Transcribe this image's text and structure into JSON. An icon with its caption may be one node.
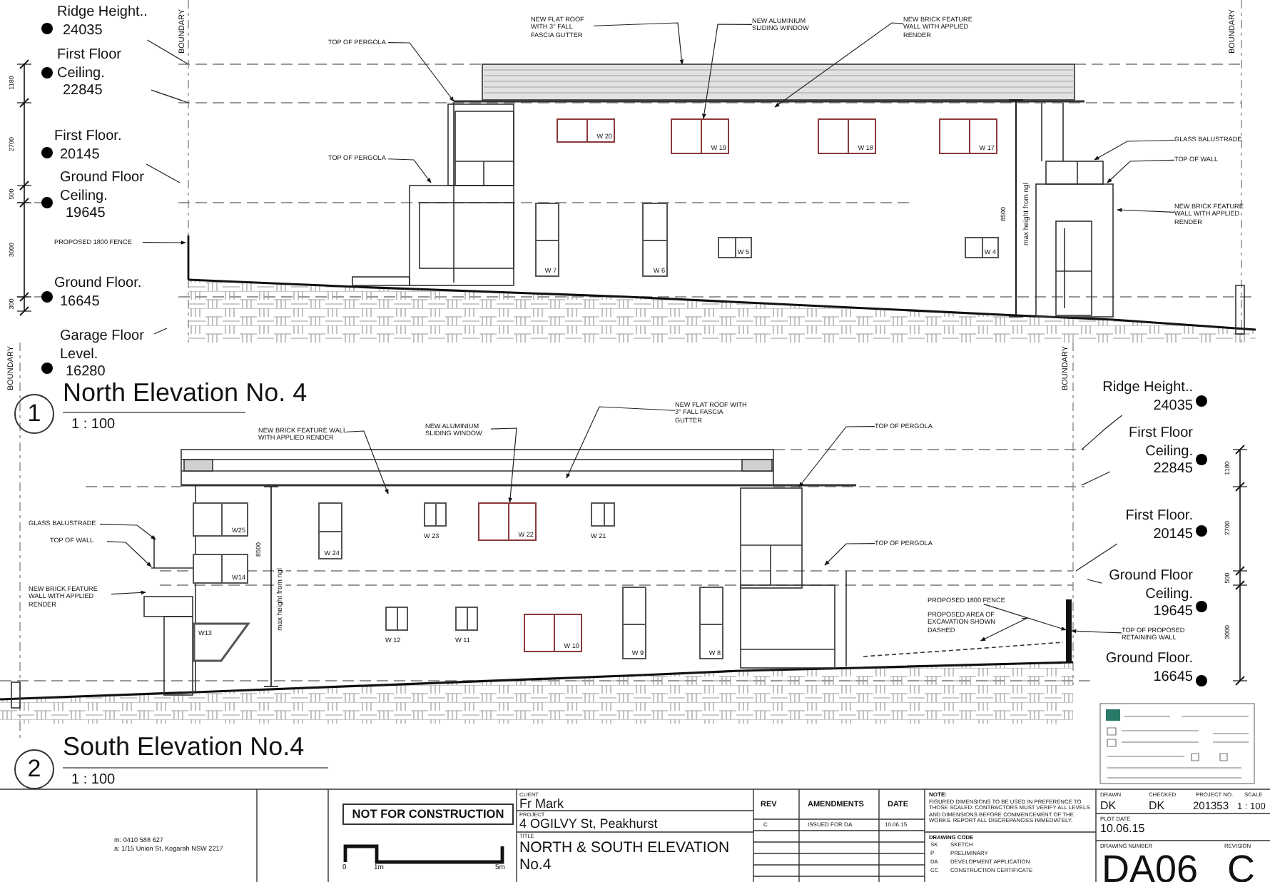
{
  "diagram": {
    "nodes": [
      {
        "text": [
          "Ridge Height..",
          "24035"
        ]
      },
      {
        "text": [
          "First Floor Ceiling.",
          "22845"
        ]
      },
      {
        "text": [
          "First Floor.",
          "20145"
        ]
      },
      {
        "text": [
          "Ground Floor Ceiling.",
          "19645"
        ]
      },
      {
        "text": [
          "Ground Floor.",
          "16645"
        ]
      },
      {
        "text": [
          "Garage Floor Level.",
          "16280"
        ]
      },
      {
        "text": [
          "NEW FLAT ROOF WITH 3° FALL FASCIA GUTTER"
        ]
      },
      {
        "text": [
          "NEW ALUMINIUM SLIDING WINDOW"
        ]
      },
      {
        "text": [
          "NEW BRICK FEATURE WALL WITH APPLIED RENDER"
        ]
      },
      {
        "text": [
          "TOP OF PERGOLA"
        ]
      },
      {
        "text": [
          "TOP OF PERGOLA"
        ]
      },
      {
        "text": [
          "PROPOSED 1800 FENCE"
        ]
      },
      {
        "text": [
          "GLASS BALUSTRADE"
        ]
      },
      {
        "text": [
          "TOP OF WALL"
        ]
      },
      {
        "text": [
          "NEW BRICK FEATURE WALL WITH APPLIED RENDER"
        ]
      },
      {
        "text": [
          "W 20"
        ]
      },
      {
        "text": [
          "W 19"
        ]
      },
      {
        "text": [
          "W 18"
        ]
      },
      {
        "text": [
          "W 17"
        ]
      },
      {
        "text": [
          "W 7"
        ]
      },
      {
        "text": [
          "W 6"
        ]
      },
      {
        "text": [
          "W 5"
        ]
      },
      {
        "text": [
          "W 4"
        ]
      },
      {
        "text": [
          "1"
        ],
        "beside": [
          "North Elevation No. 4",
          "1 : 100"
        ]
      },
      {
        "text": [
          "NEW BRICK FEATURE WALL WITH APPLIED RENDER"
        ]
      },
      {
        "text": [
          "NEW ALUMINIUM SLIDING WINDOW"
        ]
      },
      {
        "text": [
          "NEW FLAT ROOF WITH 3° FALL FASCIA GUTTER"
        ]
      },
      {
        "text": [
          "TOP OF PERGOLA"
        ]
      },
      {
        "text": [
          "TOP OF PERGOLA"
        ]
      },
      {
        "text": [
          "PROPOSED 1800 FENCE"
        ]
      },
      {
        "text": [
          "PROPOSED AREA OF EXCAVATION SHOWN DASHED"
        ]
      },
      {
        "text": [
          "TOP OF PROPOSED RETAINING WALL"
        ]
      },
      {
        "text": [
          "GLASS BALUSTRADE"
        ]
      },
      {
        "text": [
          "TOP OF WALL"
        ]
      },
      {
        "text": [
          "NEW BRICK FEATURE WALL WITH APPLIED RENDER"
        ]
      },
      {
        "text": [
          "W25"
        ]
      },
      {
        "text": [
          "W 24"
        ]
      },
      {
        "text": [
          "W 23"
        ]
      },
      {
        "text": [
          "W 22"
        ]
      },
      {
        "text": [
          "W 21"
        ]
      },
      {
        "text": [
          "W14"
        ]
      },
      {
        "text": [
          "W13"
        ]
      },
      {
        "text": [
          "W 12"
        ]
      },
      {
        "text": [
          "W 11"
        ]
      },
      {
        "text": [
          "W 10"
        ]
      },
      {
        "text": [
          "W 9"
        ]
      },
      {
        "text": [
          "W 8"
        ]
      },
      {
        "text": [
          "Ridge Height..",
          "24035"
        ]
      },
      {
        "text": [
          "First Floor Ceiling.",
          "22845"
        ]
      },
      {
        "text": [
          "First Floor.",
          "20145"
        ]
      },
      {
        "text": [
          "Ground Floor Ceiling.",
          "19645"
        ]
      },
      {
        "text": [
          "Ground Floor.",
          "16645"
        ]
      },
      {
        "text": [
          "2"
        ],
        "beside": [
          "South Elevation No.4",
          "1 : 100"
        ]
      },
      {
        "text": [
          "NOT FOR CONSTRUCTION"
        ]
      },
      {
        "text": [],
        "shape": "bar"
      },
      {
        "text": [],
        "shape": "line"
      }
    ],
    "edges": [
      {
        "from": 0,
        "to": null,
        "arrow": "none"
      },
      {
        "from": 1,
        "to": null,
        "arrow": "none"
      },
      {
        "from": 2,
        "to": null,
        "arrow": "none"
      },
      {
        "from": 5,
        "to": null,
        "arrow": "none"
      },
      {
        "from": 6,
        "to": null,
        "arrow": "to"
      },
      {
        "from": 7,
        "to": 16,
        "arrow": "to"
      },
      {
        "from": 8,
        "to": null,
        "arrow": "to"
      },
      {
        "from": 9,
        "to": null,
        "arrow": "to"
      },
      {
        "from": 10,
        "to": null,
        "arrow": "to"
      },
      {
        "from": 11,
        "to": null,
        "arrow": "to"
      },
      {
        "from": 12,
        "to": null,
        "arrow": "to"
      },
      {
        "from": 13,
        "to": null,
        "arrow": "to"
      },
      {
        "from": 14,
        "to": null,
        "arrow": "to"
      },
      {
        "from": 24,
        "to": null,
        "arrow": "to"
      },
      {
        "from": 25,
        "to": 38,
        "arrow": "to"
      },
      {
        "from": 26,
        "to": null,
        "arrow": "to"
      },
      {
        "from": 27,
        "to": null,
        "arrow": "to"
      },
      {
        "from": 28,
        "to": null,
        "arrow": "to"
      },
      {
        "from": 29,
        "to": 54,
        "arrow": "to"
      },
      {
        "from": 30,
        "to": 55,
        "arrow": "to"
      },
      {
        "from": 31,
        "to": 54,
        "arrow": "to"
      },
      {
        "from": 32,
        "to": null,
        "arrow": "to"
      },
      {
        "from": 33,
        "to": null,
        "arrow": "to"
      },
      {
        "from": 34,
        "to": null,
        "arrow": "to"
      },
      {
        "from": 47,
        "to": null,
        "arrow": "none"
      },
      {
        "from": 48,
        "to": null,
        "arrow": "none"
      },
      {
        "from": 49,
        "to": null,
        "arrow": "none"
      },
      {
        "from": 50,
        "to": null,
        "arrow": "none"
      }
    ],
    "labels": [
      "BOUNDARY",
      "BOUNDARY",
      "1180",
      "2700",
      "500",
      "3000",
      "300",
      "8500",
      "max height from ngl",
      "BOUNDARY",
      "BOUNDARY",
      "8500",
      "max height from ngl",
      "1180",
      "2700",
      "500",
      "3000",
      "m: 0410 588 627",
      "a: 1/15 Union St, Kogarah NSW 2217",
      "0",
      "1m",
      "5m",
      "CLIENT",
      "Fr Mark",
      "PROJECT",
      "4 OGILVY St, Peakhurst",
      "TITLE",
      "NORTH & SOUTH ELEVATION No.4",
      "REV",
      "AMENDMENTS",
      "DATE",
      "C",
      "ISSUED FOR DA",
      "10.06.15",
      "NOTE:",
      "FIGURED DIMENSIONS TO BE USED IN PREFERENCE TO THOSE SCALED. CONTRACTORS MUST VERIFY ALL LEVELS AND DIMENSIONS BEFORE COMMENCEMENT OF THE WORKS. REPORT ALL DISCREPANCIES IMMEDIATELY.",
      "DRAWING CODE",
      "SK",
      "SKETCH",
      "P",
      "PRELIMINARY",
      "DA",
      "DEVELOPMENT APPLICATION",
      "CC",
      "CONSTRUCTION CERTIFICATE",
      "DRAWN",
      "CHECKED",
      "PROJECT NO.",
      "SCALE",
      "DK",
      "DK",
      "201353",
      "1 : 100",
      "PLOT DATE",
      "10.06.15",
      "DRAWING NUMBER",
      "REVISION",
      "DA06",
      "C"
    ]
  }
}
